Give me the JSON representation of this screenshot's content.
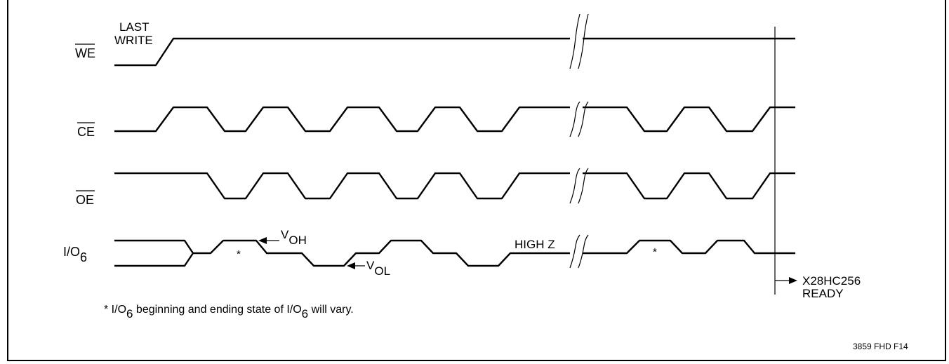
{
  "signals": {
    "we": "WE",
    "ce": "CE",
    "oe": "OE",
    "io_base": "I/O",
    "io_sub": "6"
  },
  "annotations": {
    "last_write_1": "LAST",
    "last_write_2": "WRITE",
    "voh_base": "V",
    "voh_sub": "OH",
    "vol_base": "V",
    "vol_sub": "OL",
    "high_z": "HIGH Z",
    "star_1": "*",
    "star_2": "*",
    "ready_1": "X28HC256",
    "ready_2": "READY"
  },
  "footnote": {
    "star": "* I/O",
    "sub1": "6",
    "mid": " beginning and ending state of I/O",
    "sub2": "6",
    "end": " will vary."
  },
  "figure_id": "3859 FHD F14"
}
